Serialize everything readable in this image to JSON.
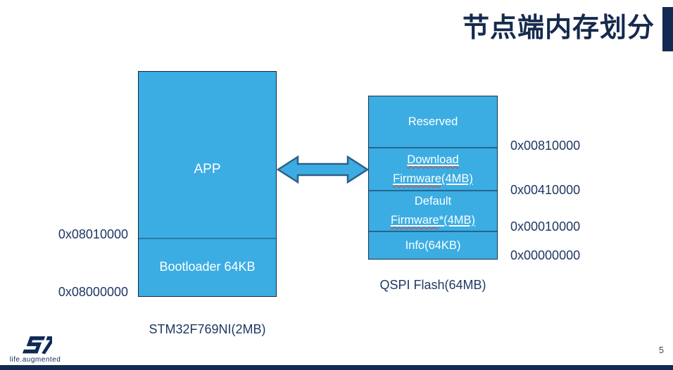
{
  "title": {
    "text": "节点端内存划分"
  },
  "flash_left": {
    "app_label": "APP",
    "boot_label": "Bootloader 64KB",
    "addr_top": "0x08010000",
    "addr_bottom": "0x08000000",
    "caption": "STM32F769NI(2MB)"
  },
  "qspi": {
    "reserved_label": "Reserved",
    "download_line1": "Download",
    "download_fw": "Firmware",
    "download_suffix": "(4MB)",
    "default_line1": "Default",
    "default_fw": "Firmware",
    "default_suffix": "*(4MB)",
    "info_label": "Info(64KB)",
    "addresses": [
      "0x00810000",
      "0x00410000",
      "0x00010000",
      "0x00000000"
    ],
    "caption": "QSPI Flash(64MB)"
  },
  "footer": {
    "tagline": "life.augmented",
    "page_number": "5"
  },
  "colors": {
    "block_blue": "#3BADE3",
    "navy_text": "#1F3864",
    "title_navy": "#162A4E",
    "squiggle_red": "#E03B2B"
  }
}
